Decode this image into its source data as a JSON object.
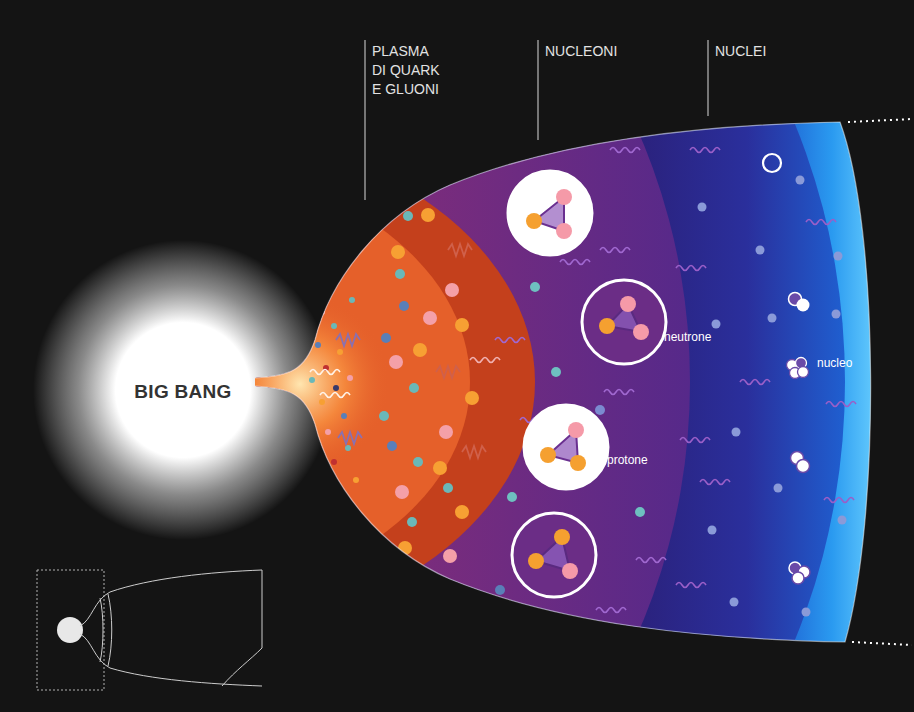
{
  "diagram": {
    "nodes": [
      {
        "text": [
          "BIG BANG"
        ]
      },
      {
        "text": [
          "neutrone"
        ]
      },
      {
        "text": [
          "protone"
        ]
      },
      {
        "text": [
          "nucleo"
        ]
      }
    ],
    "labels": [
      "PLASMA DI QUARK E GLUONI",
      "NUCLEONI",
      "NUCLEI"
    ]
  }
}
